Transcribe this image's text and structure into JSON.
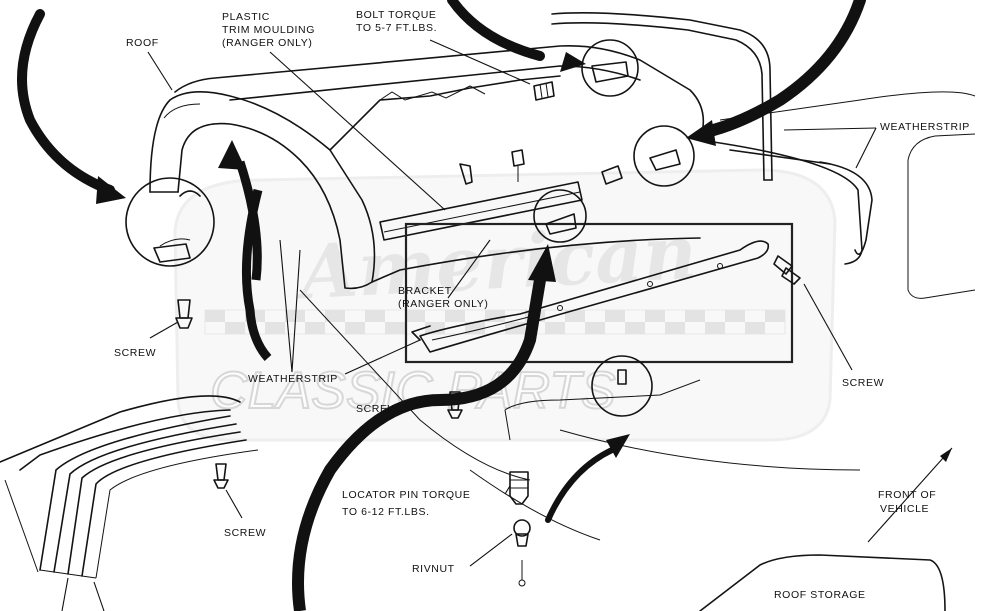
{
  "labels": {
    "roof": "ROOF",
    "plastic_trim_line1": "PLASTIC",
    "plastic_trim_line2": "TRIM MOULDING",
    "plastic_trim_line3": "(RANGER ONLY)",
    "bolt_torque_line1": "BOLT TORQUE",
    "bolt_torque_line2": "TO 5-7 FT.LBS.",
    "weatherstrip_right": "WEATHERSTRIP",
    "screw_left": "SCREW",
    "weatherstrip_center": "WEATHERSTRIP",
    "bracket_line1": "BRACKET",
    "bracket_line2": "(RANGER ONLY)",
    "screw_center": "SCREW",
    "screw_right": "SCREW",
    "screw_lower_left": "SCREW",
    "locator_pin_line1": "LOCATOR PIN TORQUE",
    "locator_pin_line2": "TO 6-12 FT.LBS.",
    "rivnut": "RIVNUT",
    "front_of_vehicle_line1": "FRONT OF",
    "front_of_vehicle_line2": "VEHICLE",
    "roof_storage": "ROOF STORAGE"
  },
  "watermark": {
    "line1": "American",
    "line2": "CLASSIC PARTS"
  },
  "colors": {
    "ink": "#141414",
    "watermark": "#d9d9d9",
    "background": "#ffffff"
  }
}
